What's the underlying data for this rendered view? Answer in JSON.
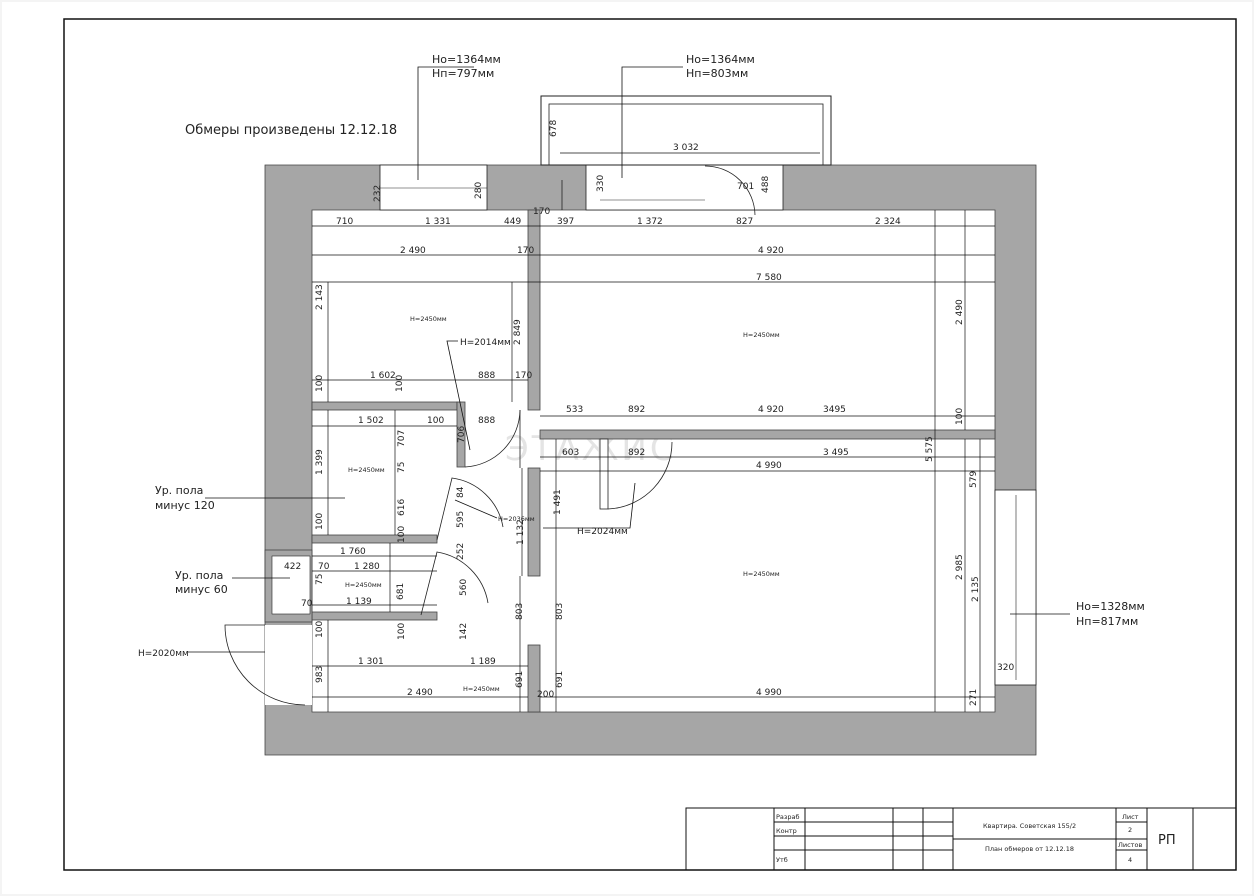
{
  "title": "Обмеры произведены 12.12.18",
  "callouts": {
    "window_left": {
      "ho": "Ho=1364мм",
      "hp": "Hп=797мм"
    },
    "window_balcony": {
      "ho": "Ho=1364мм",
      "hp": "Hп=803мм"
    },
    "window_right": {
      "ho": "Ho=1328мм",
      "hp": "Hп=817мм"
    },
    "door_left": "H=2020мм",
    "door_mid": "H=2014мм",
    "door_bath": "H=2036мм",
    "door_room": "H=2024мм"
  },
  "floor_notes": [
    {
      "line1": "Ур. пола",
      "line2": "минус 120"
    },
    {
      "line1": "Ур. пола",
      "line2": "минус 60"
    }
  ],
  "room_heights": [
    "H=2450мм",
    "H=2450мм",
    "H=2450мм",
    "H=2450мм",
    "H=2450мм",
    "H=2450мм"
  ],
  "dimensions": [
    "710",
    "1 331",
    "449",
    "170",
    "397",
    "1 372",
    "827",
    "2 324",
    "2 490",
    "170",
    "4 920",
    "7 580",
    "2 143",
    "2 849",
    "2 490",
    "100",
    "1 602",
    "100",
    "888",
    "170",
    "533",
    "892",
    "4 920",
    "3495",
    "100",
    "1 502",
    "100",
    "888",
    "707",
    "706",
    "603",
    "892",
    "3 495",
    "5 575",
    "4 990",
    "579",
    "1 399",
    "75",
    "100",
    "616",
    "100",
    "595",
    "84",
    "1 491",
    "1 132",
    "1 760",
    "422",
    "70",
    "1 280",
    "681",
    "70",
    "1 139",
    "252",
    "560",
    "2 985",
    "2 135",
    "803",
    "803",
    "100",
    "142",
    "100",
    "1 301",
    "1 189",
    "320",
    "983",
    "691",
    "2 490",
    "691",
    "4 990",
    "271",
    "3 032",
    "678",
    "701",
    "488",
    "330",
    "232",
    "280",
    "75",
    "200"
  ],
  "stamp": {
    "role1": "Разраб",
    "role2": "Контр",
    "role3": "Утб",
    "project": "Квартира. Советская 155/2",
    "drawing": "План обмеров от 12.12.18",
    "sheet_label": "Лист",
    "sheet_value": "2",
    "sheets_label": "Листов",
    "sheets_value": "4",
    "stage": "РП"
  },
  "watermark": "ЭТАЖИС",
  "colors": {
    "wall": "#a6a6a6",
    "line": "#111111",
    "paper": "#ffffff"
  }
}
